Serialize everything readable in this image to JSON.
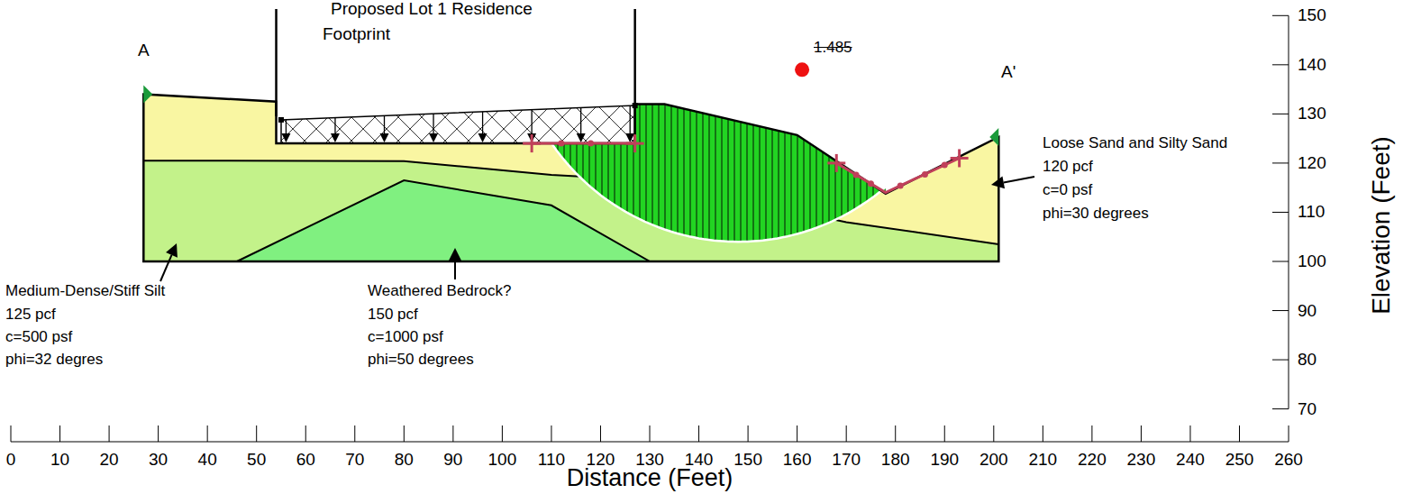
{
  "diagram": {
    "labels": [
      "Proposed Lot 1 Residence",
      "Footprint",
      "A",
      "A'",
      "1.485",
      "Loose Sand and Silty Sand",
      "120 pcf",
      "c=0 psf",
      "phi=30 degrees",
      "Medium-Dense/Stiff Silt",
      "125 pcf",
      "c=500 psf",
      "phi=32 degres",
      "Weathered Bedrock?",
      "150 pcf",
      "c=1000 psf",
      "phi=50 degrees",
      "150",
      "140",
      "130",
      "120",
      "110",
      "100",
      "90",
      "80",
      "70",
      "0",
      "10",
      "20",
      "30",
      "40",
      "50",
      "60",
      "70",
      "80",
      "90",
      "100",
      "110",
      "120",
      "130",
      "140",
      "150",
      "160",
      "170",
      "180",
      "190",
      "200",
      "210",
      "220",
      "230",
      "240",
      "250",
      "260",
      "Distance (Feet)",
      "Elevation (Feet)"
    ]
  }
}
